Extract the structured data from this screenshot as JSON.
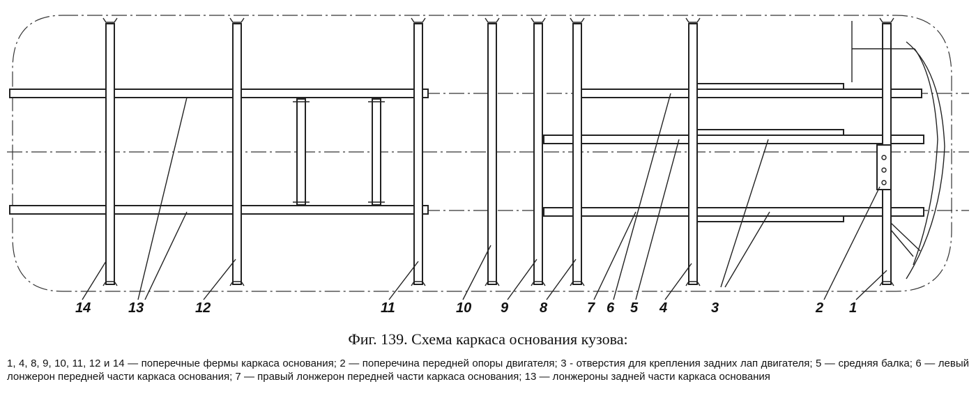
{
  "diagram": {
    "callouts": [
      {
        "id": "14",
        "label": "14"
      },
      {
        "id": "13",
        "label": "13"
      },
      {
        "id": "12",
        "label": "12"
      },
      {
        "id": "11",
        "label": "11"
      },
      {
        "id": "10",
        "label": "10"
      },
      {
        "id": "9",
        "label": "9"
      },
      {
        "id": "8",
        "label": "8"
      },
      {
        "id": "7",
        "label": "7"
      },
      {
        "id": "6",
        "label": "6"
      },
      {
        "id": "5",
        "label": "5"
      },
      {
        "id": "4",
        "label": "4"
      },
      {
        "id": "3",
        "label": "3"
      },
      {
        "id": "2",
        "label": "2"
      },
      {
        "id": "1",
        "label": "1"
      }
    ]
  },
  "caption": "Фиг. 139. Схема каркаса основания кузова:",
  "legend": "1, 4, 8, 9, 10, 11, 12 и 14 — поперечные фермы каркаса основания; 2 — поперечина передней опоры двигателя; 3 - отверстия для крепления задних лап двигателя; 5 — средняя балка; 6 — левый лонжерон передней части каркаса основания; 7 — правый лонжерон передней части каркаса основания; 13 — лонжероны задней части каркаса основания"
}
